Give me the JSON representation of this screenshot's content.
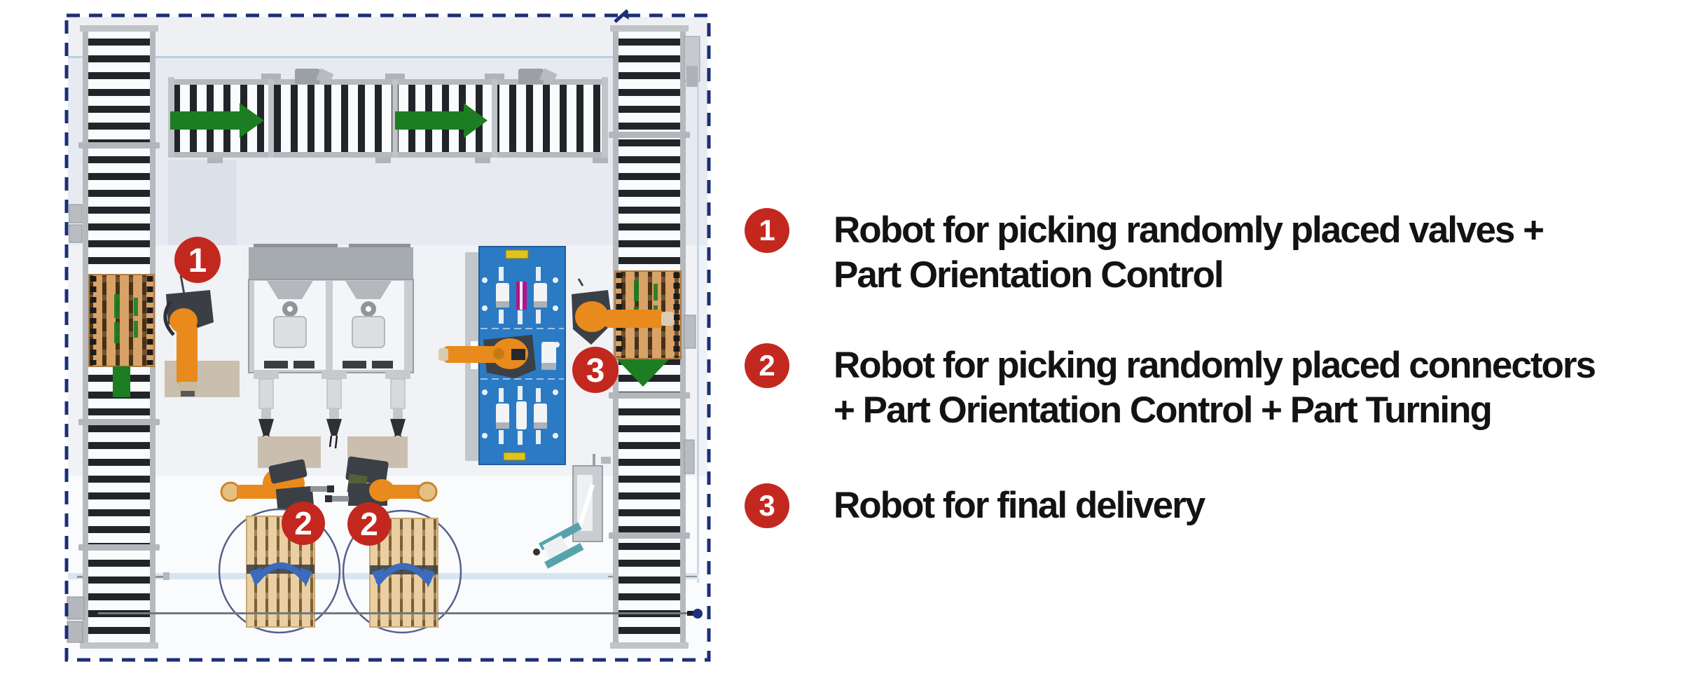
{
  "legend": {
    "badge_color": "#c3281f",
    "text_color": "#131313",
    "items": [
      {
        "number": "1",
        "lines": [
          "Robot for picking randomly placed valves +",
          "Part Orientation Control"
        ]
      },
      {
        "number": "2",
        "lines": [
          "Robot for picking randomly placed connectors",
          "+ Part Orientation Control + Part Turning"
        ]
      },
      {
        "number": "3",
        "lines": [
          "Robot for final delivery"
        ]
      }
    ]
  },
  "diagram": {
    "markers": [
      {
        "label": "1"
      },
      {
        "label": "2"
      },
      {
        "label": "2"
      },
      {
        "label": "3"
      }
    ],
    "colors": {
      "border_dash": "#1c2e78",
      "badge_red": "#c3281f",
      "flow_arrow_green": "#1d7d22",
      "fixture_board_blue": "#2b7ac4",
      "robot_orange": "#e98a1c",
      "pallet_wood": "#d9a266",
      "rotation_arrow_blue": "#3a6bbf"
    }
  }
}
